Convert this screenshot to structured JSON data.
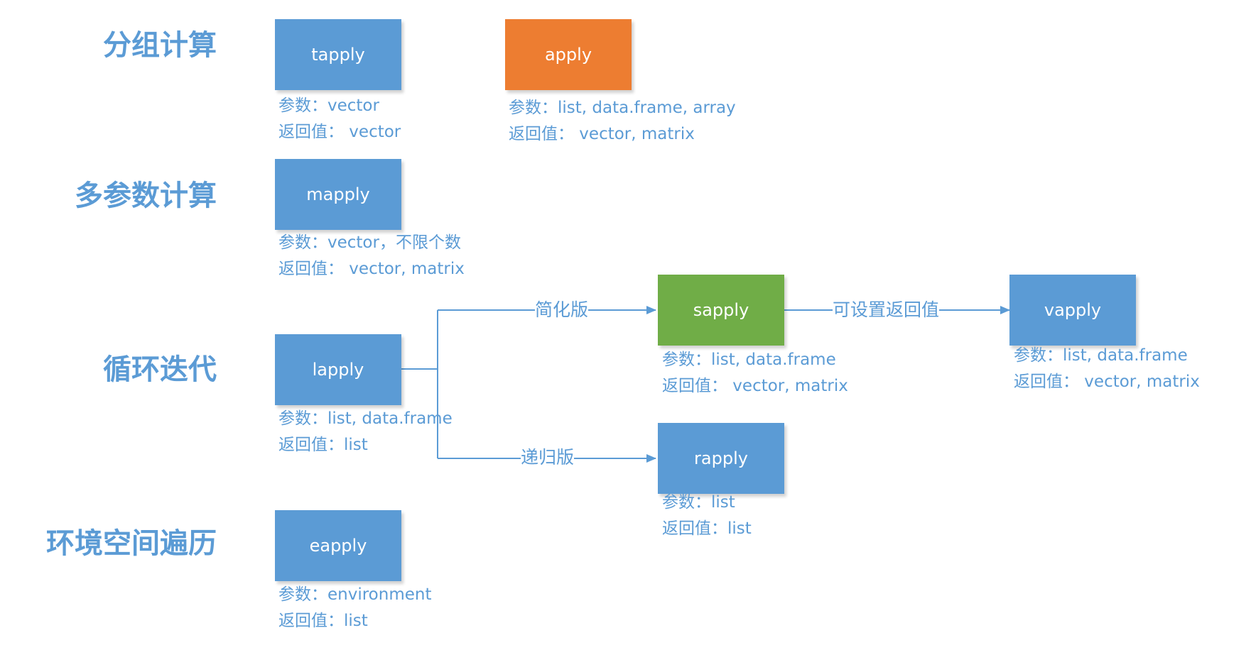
{
  "categories": {
    "group": "分组计算",
    "multi": "多参数计算",
    "loop": "循环迭代",
    "env": "环境空间遍历"
  },
  "nodes": {
    "tapply": {
      "name": "tapply",
      "param": "参数：vector",
      "ret": "返回值：  vector",
      "color": "#5b9bd5"
    },
    "apply": {
      "name": "apply",
      "param": "参数：list, data.frame, array",
      "ret": "返回值：  vector, matrix",
      "color": "#ed7d31"
    },
    "mapply": {
      "name": "mapply",
      "param": "参数：vector，不限个数",
      "ret": "返回值：  vector, matrix",
      "color": "#5b9bd5"
    },
    "lapply": {
      "name": "lapply",
      "param": "参数：list, data.frame",
      "ret": "返回值：list",
      "color": "#5b9bd5"
    },
    "sapply": {
      "name": "sapply",
      "param": "参数：list, data.frame",
      "ret": "返回值：  vector, matrix",
      "color": "#70ad47"
    },
    "vapply": {
      "name": "vapply",
      "param": "参数：list, data.frame",
      "ret": "返回值：  vector, matrix",
      "color": "#5b9bd5"
    },
    "rapply": {
      "name": "rapply",
      "param": "参数：list",
      "ret": "返回值：list",
      "color": "#5b9bd5"
    },
    "eapply": {
      "name": "eapply",
      "param": "参数：environment",
      "ret": "返回值：list",
      "color": "#5b9bd5"
    }
  },
  "edges": {
    "simplified": "简化版",
    "settable_return": "可设置返回值",
    "recursive": "递归版"
  },
  "colors": {
    "accent": "#5b9bd5",
    "orange": "#ed7d31",
    "green": "#70ad47"
  }
}
